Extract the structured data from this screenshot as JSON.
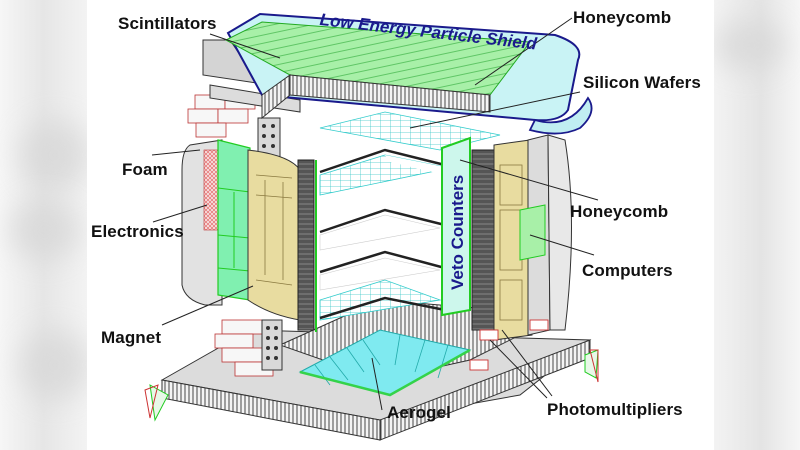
{
  "figure": {
    "title": "Low Energy Particle Shield",
    "vertical_label": "Veto Counters",
    "colors": {
      "background": "#ffffff",
      "pillarbox": "#e8e8e8",
      "shield_fill": "#c9f3f5",
      "shield_outline": "#1a1a8c",
      "scintillator_green": "#9ff0a8",
      "panel_green": "#7ef0b0",
      "aerogel_cyan": "#6fe6ee",
      "magnet_tan": "#e8dca0",
      "structure_gray": "#dcdcdc",
      "brick_outline": "#c0392b",
      "label_text": "#111111",
      "label_text_blue": "#1a1a8c"
    },
    "labels_left": [
      {
        "id": "scintillators",
        "text": "Scintillators"
      },
      {
        "id": "foam",
        "text": "Foam"
      },
      {
        "id": "electronics",
        "text": "Electronics"
      },
      {
        "id": "magnet",
        "text": "Magnet"
      }
    ],
    "labels_right": [
      {
        "id": "honeycomb-top",
        "text": "Honeycomb"
      },
      {
        "id": "silicon-wafers",
        "text": "Silicon Wafers"
      },
      {
        "id": "honeycomb-mid",
        "text": "Honeycomb"
      },
      {
        "id": "computers",
        "text": "Computers"
      }
    ],
    "labels_bottom": [
      {
        "id": "aerogel",
        "text": "Aerogel"
      },
      {
        "id": "photomultipliers",
        "text": "Photomultipliers"
      }
    ]
  }
}
